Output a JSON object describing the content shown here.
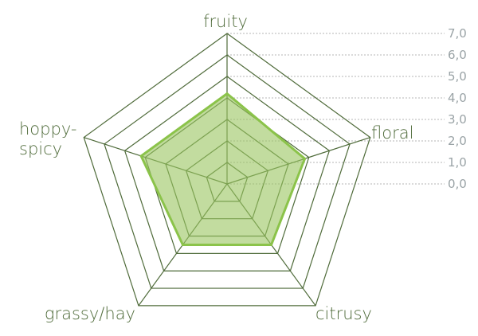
{
  "chart_data": {
    "type": "radar",
    "axes": [
      "fruity",
      "floral",
      "citrusy",
      "grassy/hay",
      "hoppy-spicy"
    ],
    "values": [
      4.2,
      3.8,
      3.5,
      3.5,
      4.2
    ],
    "rlim": [
      0,
      7
    ],
    "ticks": [
      "0,0",
      "1,0",
      "2,0",
      "3,0",
      "4,0",
      "5,0",
      "6,0",
      "7,0"
    ],
    "grid": true,
    "colors": {
      "grid": "#4f6b3a",
      "fill": "#9ac55f",
      "stroke": "#8bc34a",
      "tick_line": "#b5b5b5",
      "tick_text": "#9aa3a6",
      "label_text": "#4f6b3a"
    }
  }
}
